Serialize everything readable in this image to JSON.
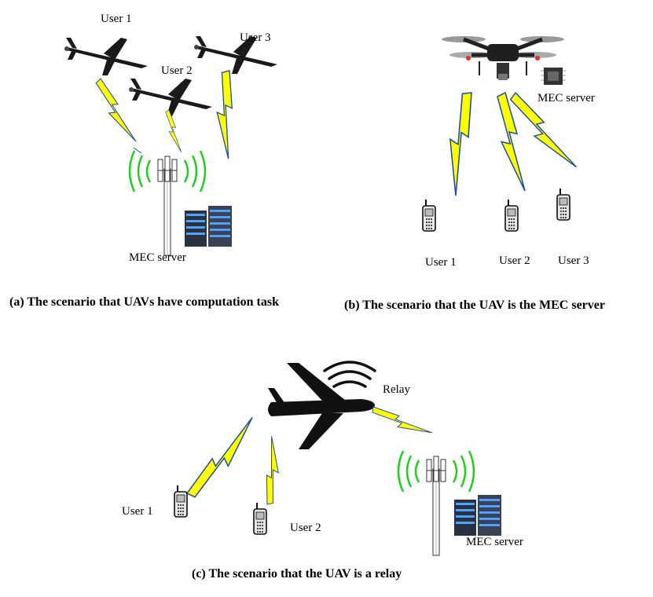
{
  "panel_a": {
    "user1": "User 1",
    "user2": "User 2",
    "user3": "User 3",
    "server": "MEC server",
    "caption": "(a)  The scenario that UAVs have computation task"
  },
  "panel_b": {
    "server": "MEC server",
    "user1": "User 1",
    "user2": "User 2",
    "user3": "User 3",
    "caption": "(b)  The scenario that the UAV is the MEC server"
  },
  "panel_c": {
    "relay": "Relay",
    "user1": "User 1",
    "user2": "User 2",
    "server": "MEC server",
    "caption": "(c)  The scenario that the UAV is a relay"
  },
  "colors": {
    "bolt": "#ffff00",
    "signal": "#22cc22",
    "link": "#1f4e9a",
    "server_body": "#2b3140",
    "server_light": "#4da3ff"
  }
}
